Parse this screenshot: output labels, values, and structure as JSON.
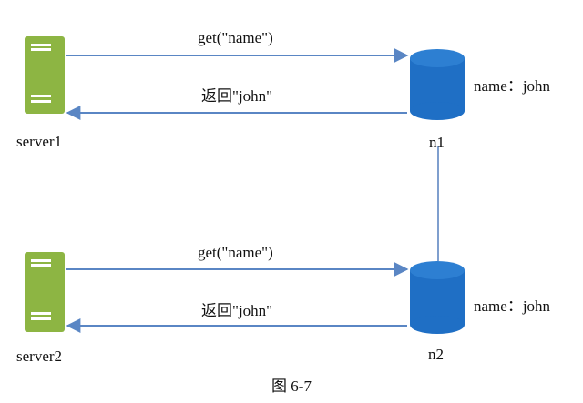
{
  "top": {
    "server_label": "server1",
    "node_label": "n1",
    "request_label": "get(\"name\")",
    "response_label": "返回\"john\"",
    "kv_label": "name：john"
  },
  "bottom": {
    "server_label": "server2",
    "node_label": "n2",
    "request_label": "get(\"name\")",
    "response_label": "返回\"john\"",
    "kv_label": "name：john"
  },
  "caption": "图 6-7",
  "colors": {
    "server": "#8db543",
    "server_dark": "#6f9a2c",
    "database": "#1f6fc5",
    "database_top": "#4b94de",
    "arrow": "#5a86c4",
    "link": "#7f9fce"
  },
  "icons": {
    "server": "server-icon",
    "database": "database-icon"
  }
}
